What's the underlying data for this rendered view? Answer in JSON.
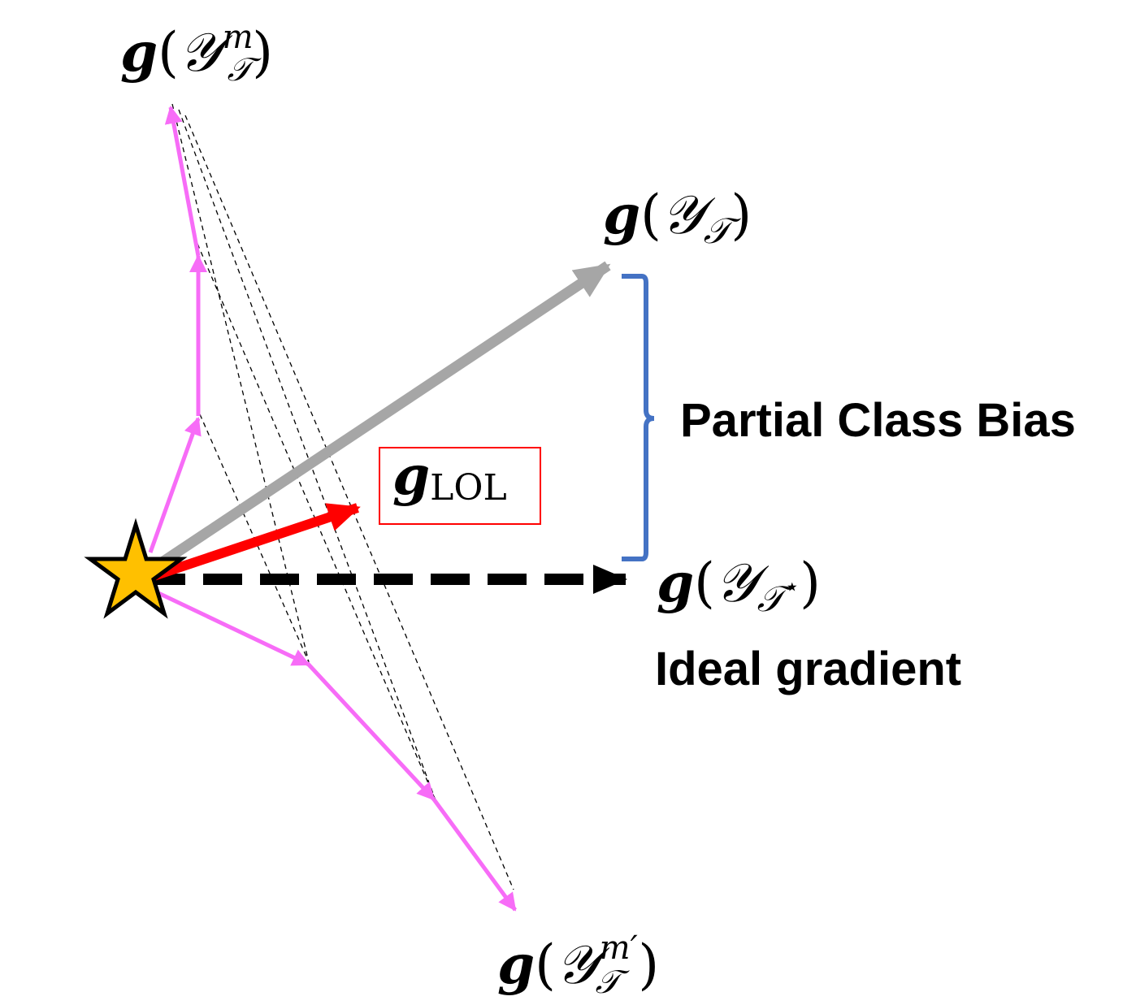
{
  "labels": {
    "g_tm": {
      "g": "g",
      "open": "(",
      "Y": "𝒴",
      "sub": "𝒯",
      "sup": "m",
      "close": ")"
    },
    "g_t": {
      "g": "g",
      "open": "(",
      "Y": "𝒴",
      "sub": "𝒯",
      "close": ")"
    },
    "g_tstar": {
      "g": "g",
      "open": "(",
      "Y": "𝒴",
      "sub": "𝒯",
      "star": "⋆",
      "close": ")"
    },
    "g_tmprime": {
      "g": "g",
      "open": "(",
      "Y": "𝒴",
      "sub": "𝒯",
      "sup": "m′",
      "close": ")"
    },
    "g_lol": {
      "g": "g",
      "sub": "LOL"
    },
    "partial_class_bias": "Partial Class Bias",
    "ideal_gradient": "Ideal gradient"
  },
  "colors": {
    "magenta": "#f76cf7",
    "gray": "#a6a6a6",
    "red": "#ff0000",
    "black": "#000000",
    "blue_brace": "#4472c4",
    "star_fill": "#ffc000",
    "lol_box": "#ff0000"
  },
  "icons": {
    "origin": "star-icon"
  }
}
